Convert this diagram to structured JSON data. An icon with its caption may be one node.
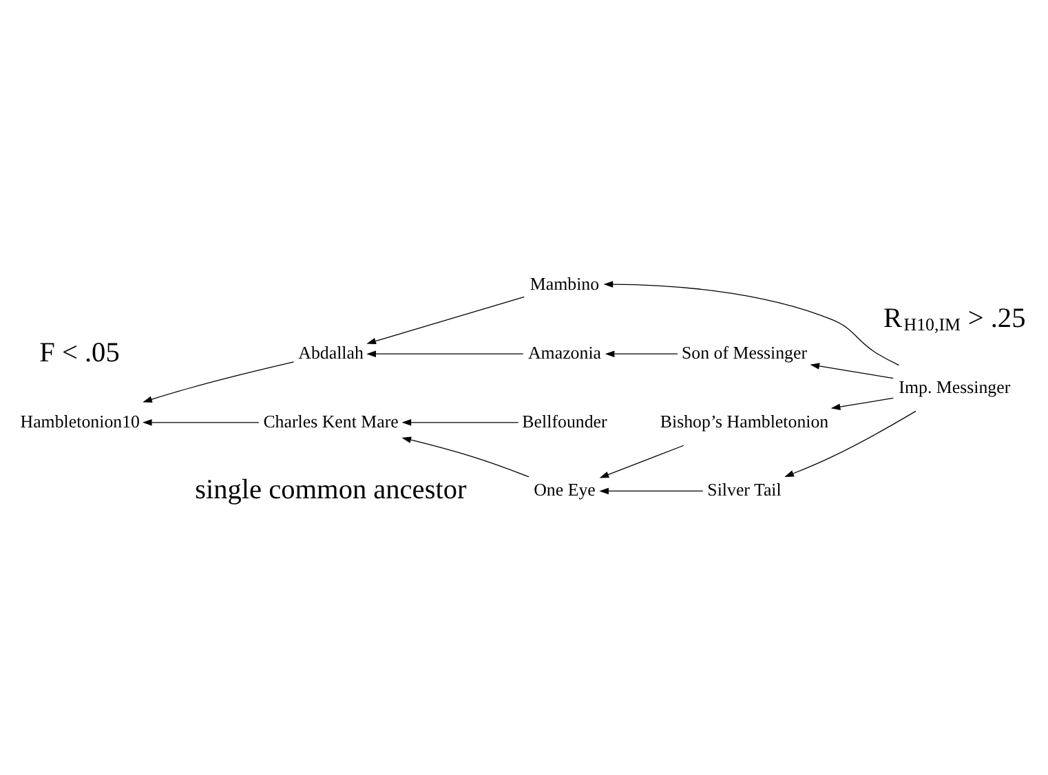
{
  "diagram": {
    "nodes": [
      {
        "text": [
          "Mambino"
        ]
      },
      {
        "text": [
          "Abdallah"
        ]
      },
      {
        "text": [
          "Amazonia"
        ]
      },
      {
        "text": [
          "Son of Messinger"
        ]
      },
      {
        "text": [
          "Imp. Messinger"
        ]
      },
      {
        "text": [
          "Hambletonion10"
        ]
      },
      {
        "text": [
          "Bellfounder"
        ]
      },
      {
        "text": [
          "Charles Kent Mare"
        ]
      },
      {
        "text": [
          "Bishop’s Hambletonion"
        ]
      },
      {
        "text": [
          "One Eye"
        ]
      },
      {
        "text": [
          "Silver Tail"
        ]
      }
    ],
    "edges": [
      {
        "from": 0,
        "to": 1,
        "arrow": "to"
      },
      {
        "from": 4,
        "to": 0,
        "arrow": "to"
      },
      {
        "from": 2,
        "to": 1,
        "arrow": "to"
      },
      {
        "from": 3,
        "to": 2,
        "arrow": "to"
      },
      {
        "from": 4,
        "to": 3,
        "arrow": "to"
      },
      {
        "from": 1,
        "to": 5,
        "arrow": "to"
      },
      {
        "from": 7,
        "to": 5,
        "arrow": "to"
      },
      {
        "from": 6,
        "to": 7,
        "arrow": "to"
      },
      {
        "from": 9,
        "to": 7,
        "arrow": "to"
      },
      {
        "from": 8,
        "to": 9,
        "arrow": "to"
      },
      {
        "from": 10,
        "to": 9,
        "arrow": "to"
      },
      {
        "from": 4,
        "to": 8,
        "arrow": "to"
      },
      {
        "from": 4,
        "to": 10,
        "arrow": "to"
      }
    ],
    "labels": [
      "F < .05",
      "R$_{H10,IM}$ > .25",
      "single common ancestor"
    ]
  }
}
